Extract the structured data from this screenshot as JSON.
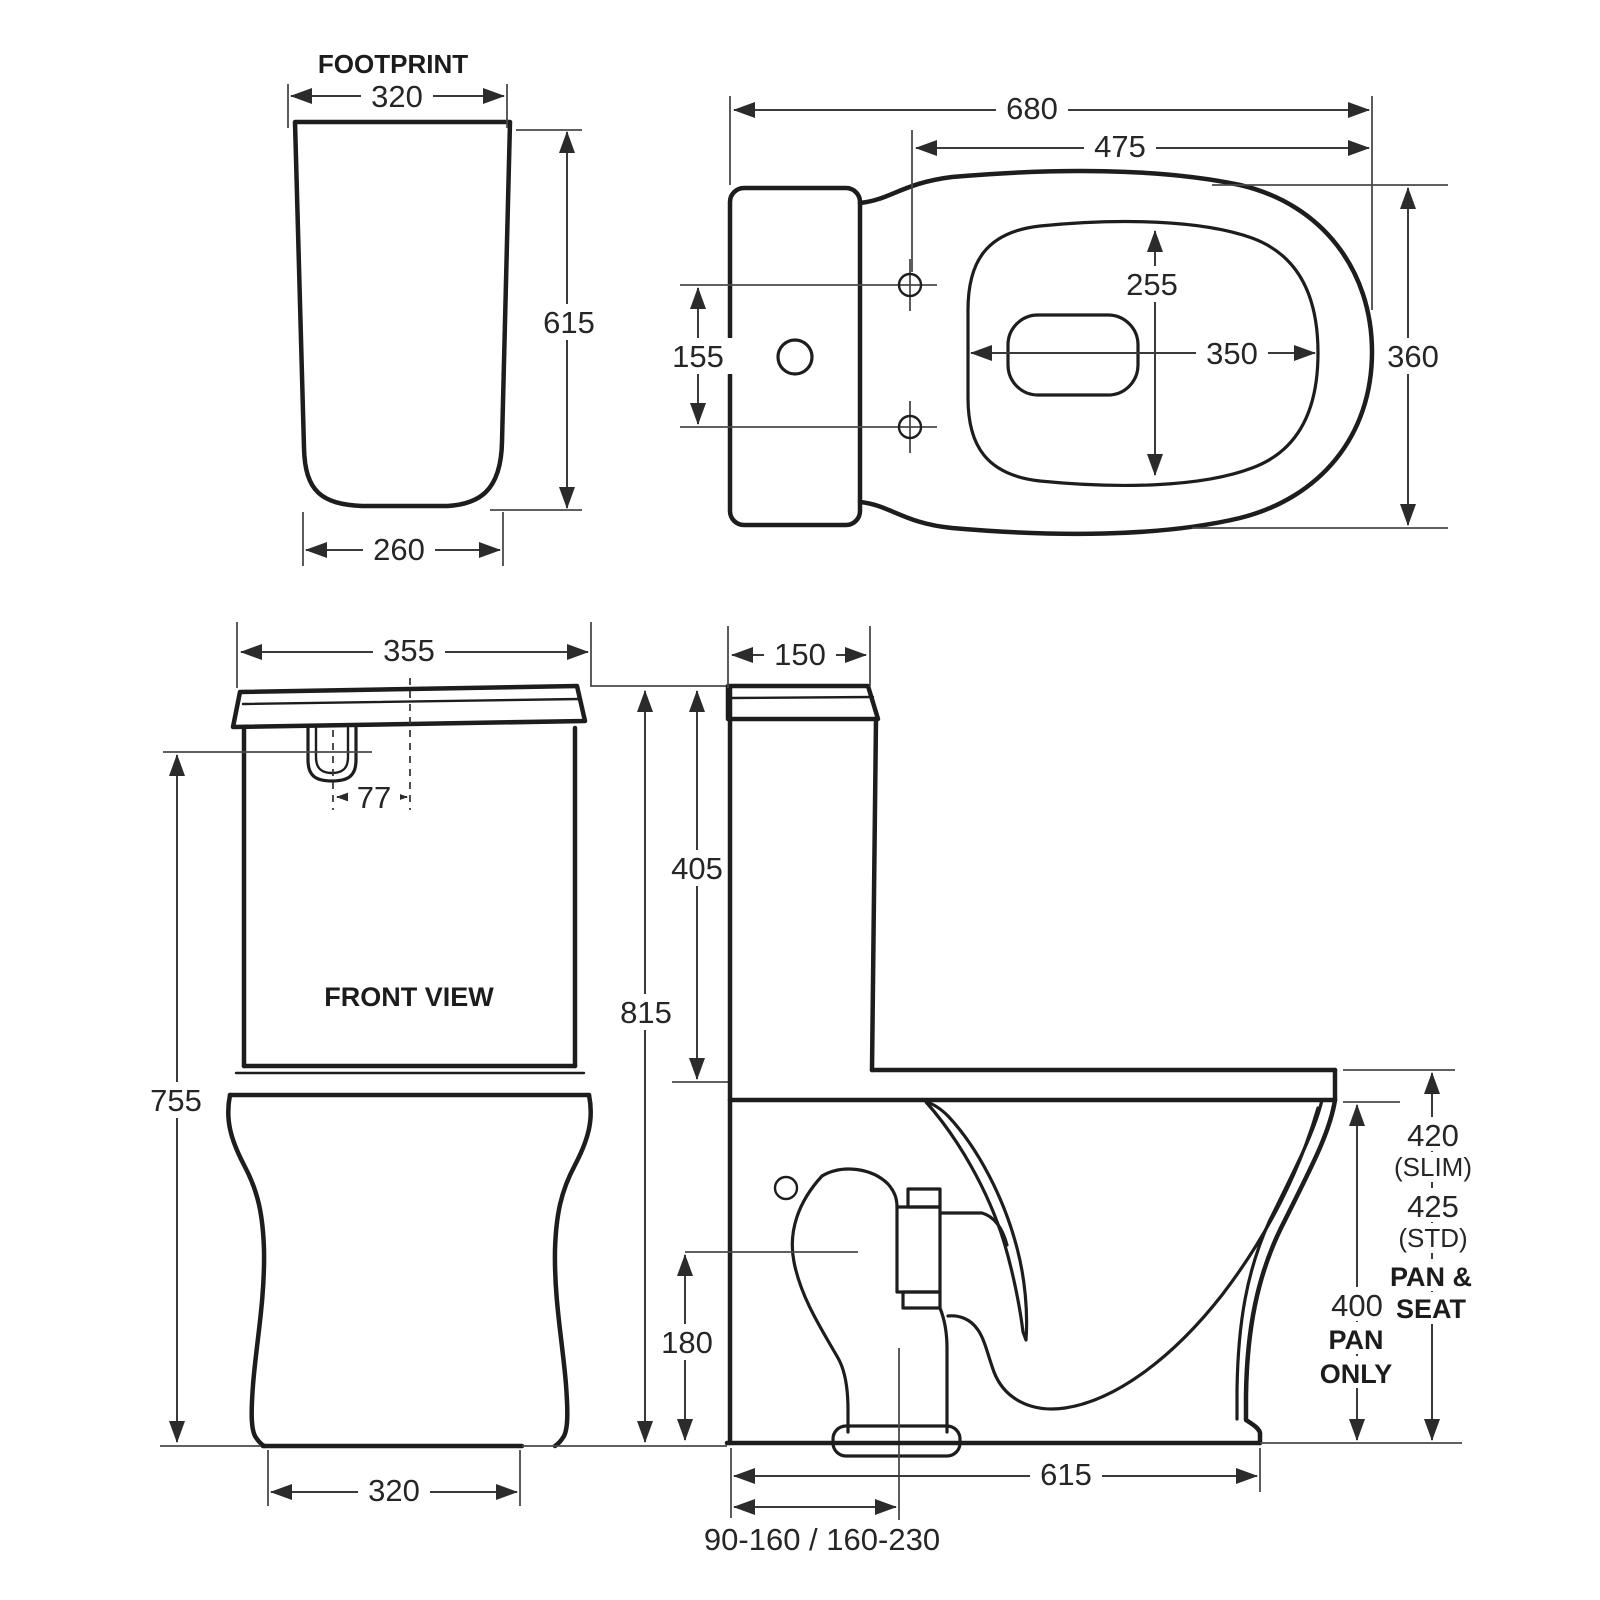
{
  "drawing": {
    "footprint": {
      "title": "FOOTPRINT",
      "dim_top_width": "320",
      "dim_height": "615",
      "dim_bottom_width": "260"
    },
    "top_view": {
      "dim_overall_length": "680",
      "dim_seat_length": "475",
      "dim_fixing_hole_spacing": "155",
      "dim_bowl_opening_depth": "255",
      "dim_bowl_opening_width": "350",
      "dim_overall_width": "360"
    },
    "front_view": {
      "label": "FRONT VIEW",
      "dim_cistern_width": "355",
      "dim_button_offset": "77",
      "dim_lever_height": "755",
      "dim_total_height": "815",
      "dim_cistern_height": "405",
      "dim_base_width": "320"
    },
    "side_view": {
      "dim_cistern_depth": "150",
      "dim_trap_height": "180",
      "dim_overall_depth": "615",
      "dim_outlet_setout": "90-160 / 160-230",
      "dim_seat_height_slim": "420",
      "seat_slim_note": "(SLIM)",
      "dim_seat_height_std": "425",
      "seat_std_note": "(STD)",
      "pan_seat_label_line1": "PAN &",
      "pan_seat_label_line2": "SEAT",
      "dim_pan_height": "400",
      "pan_only_label_line1": "PAN",
      "pan_only_label_line2": "ONLY"
    }
  }
}
